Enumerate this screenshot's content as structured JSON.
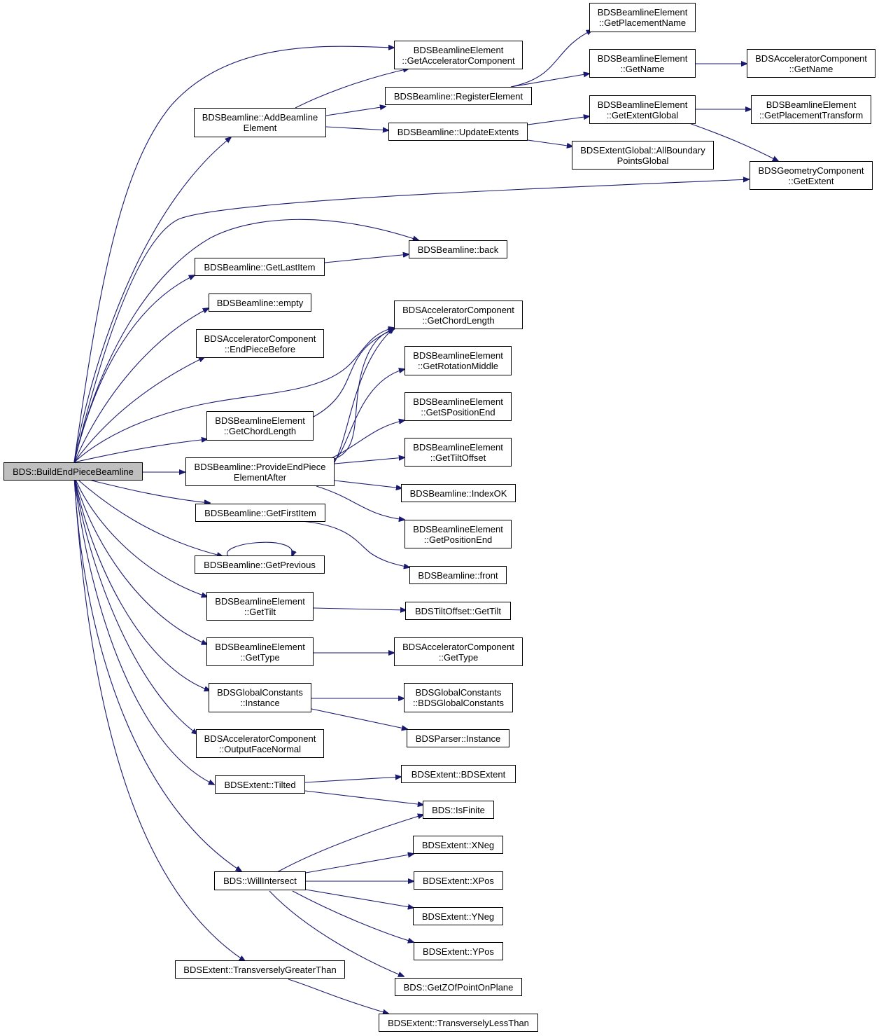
{
  "colors": {
    "edge": "#191970",
    "node_border": "#000000",
    "root_fill": "#bfbfbf",
    "node_fill": "#ffffff"
  },
  "nodes": {
    "build_end_piece": {
      "l1": "BDS::BuildEndPieceBeamline",
      "l2": ""
    },
    "add_beamline_element": {
      "l1": "BDSBeamline::AddBeamline",
      "l2": "Element"
    },
    "ble_get_accel_comp": {
      "l1": "BDSBeamlineElement",
      "l2": "::GetAcceleratorComponent"
    },
    "register_element": {
      "l1": "BDSBeamline::RegisterElement",
      "l2": ""
    },
    "ble_get_placement_name": {
      "l1": "BDSBeamlineElement",
      "l2": "::GetPlacementName"
    },
    "ble_get_name": {
      "l1": "BDSBeamlineElement",
      "l2": "::GetName"
    },
    "ac_get_name": {
      "l1": "BDSAcceleratorComponent",
      "l2": "::GetName"
    },
    "update_extents": {
      "l1": "BDSBeamline::UpdateExtents",
      "l2": ""
    },
    "ble_get_extent_global": {
      "l1": "BDSBeamlineElement",
      "l2": "::GetExtentGlobal"
    },
    "ble_get_placement_transform": {
      "l1": "BDSBeamlineElement",
      "l2": "::GetPlacementTransform"
    },
    "all_boundary_points": {
      "l1": "BDSExtentGlobal::AllBoundary",
      "l2": "PointsGlobal"
    },
    "geom_get_extent": {
      "l1": "BDSGeometryComponent",
      "l2": "::GetExtent"
    },
    "beamline_back": {
      "l1": "BDSBeamline::back",
      "l2": ""
    },
    "get_last_item": {
      "l1": "BDSBeamline::GetLastItem",
      "l2": ""
    },
    "beamline_empty": {
      "l1": "BDSBeamline::empty",
      "l2": ""
    },
    "ac_end_piece_before": {
      "l1": "BDSAcceleratorComponent",
      "l2": "::EndPieceBefore"
    },
    "ac_get_chord_length": {
      "l1": "BDSAcceleratorComponent",
      "l2": "::GetChordLength"
    },
    "ble_get_rotation_middle": {
      "l1": "BDSBeamlineElement",
      "l2": "::GetRotationMiddle"
    },
    "ble_get_chord_length": {
      "l1": "BDSBeamlineElement",
      "l2": "::GetChordLength"
    },
    "ble_get_s_position_end": {
      "l1": "BDSBeamlineElement",
      "l2": "::GetSPositionEnd"
    },
    "provide_end_piece_after": {
      "l1": "BDSBeamline::ProvideEndPiece",
      "l2": "ElementAfter"
    },
    "ble_get_tilt_offset": {
      "l1": "BDSBeamlineElement",
      "l2": "::GetTiltOffset"
    },
    "index_ok": {
      "l1": "BDSBeamline::IndexOK",
      "l2": ""
    },
    "get_first_item": {
      "l1": "BDSBeamline::GetFirstItem",
      "l2": ""
    },
    "ble_get_position_end": {
      "l1": "BDSBeamlineElement",
      "l2": "::GetPositionEnd"
    },
    "get_previous": {
      "l1": "BDSBeamline::GetPrevious",
      "l2": ""
    },
    "beamline_front": {
      "l1": "BDSBeamline::front",
      "l2": ""
    },
    "ble_get_tilt": {
      "l1": "BDSBeamlineElement",
      "l2": "::GetTilt"
    },
    "tilt_offset_get_tilt": {
      "l1": "BDSTiltOffset::GetTilt",
      "l2": ""
    },
    "ble_get_type": {
      "l1": "BDSBeamlineElement",
      "l2": "::GetType"
    },
    "ac_get_type": {
      "l1": "BDSAcceleratorComponent",
      "l2": "::GetType"
    },
    "global_constants_instance": {
      "l1": "BDSGlobalConstants",
      "l2": "::Instance"
    },
    "global_constants_ctor": {
      "l1": "BDSGlobalConstants",
      "l2": "::BDSGlobalConstants"
    },
    "ac_output_face_normal": {
      "l1": "BDSAcceleratorComponent",
      "l2": "::OutputFaceNormal"
    },
    "parser_instance": {
      "l1": "BDSParser::Instance",
      "l2": ""
    },
    "extent_tilted": {
      "l1": "BDSExtent::Tilted",
      "l2": ""
    },
    "extent_ctor": {
      "l1": "BDSExtent::BDSExtent",
      "l2": ""
    },
    "is_finite": {
      "l1": "BDS::IsFinite",
      "l2": ""
    },
    "will_intersect": {
      "l1": "BDS::WillIntersect",
      "l2": ""
    },
    "extent_xneg": {
      "l1": "BDSExtent::XNeg",
      "l2": ""
    },
    "extent_xpos": {
      "l1": "BDSExtent::XPos",
      "l2": ""
    },
    "extent_yneg": {
      "l1": "BDSExtent::YNeg",
      "l2": ""
    },
    "extent_ypos": {
      "l1": "BDSExtent::YPos",
      "l2": ""
    },
    "transversely_greater": {
      "l1": "BDSExtent::TransverselyGreaterThan",
      "l2": ""
    },
    "get_z_of_point": {
      "l1": "BDS::GetZOfPointOnPlane",
      "l2": ""
    },
    "transversely_less": {
      "l1": "BDSExtent::TransverselyLessThan",
      "l2": ""
    }
  }
}
